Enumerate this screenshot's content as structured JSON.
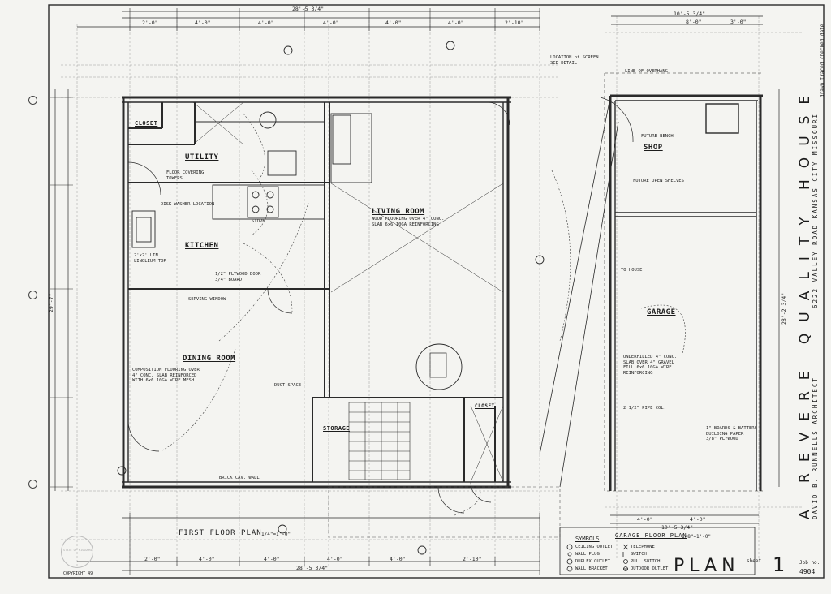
{
  "sheet": {
    "project": "A REVERE QUALITY HOUSE",
    "architect": "DAVID B. RUNNELLS ARCHITECT",
    "address": "6222 VALLEY ROAD KANSAS CITY MISSOURI",
    "drawn_checked": "drawn  traced  checked  date",
    "plan_word": "PLAN",
    "sheet_label": "sheet",
    "sheet_number": "1",
    "job_label": "Job no.",
    "job_number": "4904",
    "copyright": "COPYRIGHT 49"
  },
  "plans": {
    "first_floor": "FIRST FLOOR PLAN",
    "first_floor_scale": "1/4\"=1'-0\"",
    "garage_floor": "GARAGE FLOOR PLAN",
    "garage_floor_scale": "1/8\"=1'-0\""
  },
  "rooms": {
    "closet": "CLOSET",
    "utility": "UTILITY",
    "kitchen": "KITCHEN",
    "dining": "DINING ROOM",
    "living": "LIVING ROOM",
    "shop": "SHOP",
    "garage": "GARAGE",
    "storage": "STORAGE",
    "closet2": "CLOSET"
  },
  "dims": {
    "overall_top": "28'-5 3/4\"",
    "top1": "2'-0\"",
    "top2": "4'-0\"",
    "top3": "4'-0\"",
    "top4": "4'-0\"",
    "top5": "4'-0\"",
    "top6": "4'-0\"",
    "top7": "2'-10\"",
    "bot1": "2'-0\"",
    "bot2": "4'-0\"",
    "bot3": "4'-0\"",
    "bot4": "4'-0\"",
    "bot5": "4'-0\"",
    "bot6": "2'-10\"",
    "overall_bottom": "28'-5 3/4\"",
    "overall_left": "29'-7\"",
    "garage_top": "10'-5 3/4\"",
    "garage_top1": "8'-0\"",
    "garage_top2": "3'-0\"",
    "garage_side": "28'-2 3/4\"",
    "garage_bot1": "4'-0\"",
    "garage_bot2": "4'-0\"",
    "garage_bot_total": "10'-5 3/4\""
  },
  "notes": {
    "utility": "FLOOR COVERING\nTOWERS",
    "disk": "DISK WASHER LOCATION",
    "stove": "STOVE",
    "kitchen_top": "2'x2' LIN\nLINOLEUM TOP",
    "plywood": "1/2\" PLYWOOD DOOR\n3/4\" BOARD",
    "serving": "SERVING WINDOW",
    "dining_floor": "COMPOSITION FLOORING OVER\n4\" CONC. SLAB REINFORCED\nWITH 6x6 10GA WIRE MESH",
    "living_floor": "WOOD FLOORING OVER 4\" CONC.\nSLAB 6x6 10GA REINFORCING",
    "duct": "DUCT SPACE",
    "brick": "BRICK CAV. WALL",
    "garage_floor": "UNDERFILLED 4\" CONC.\nSLAB OVER 4\" GRAVEL\nFILL 6x6 10GA WIRE\nREINFORCING",
    "future_bench": "FUTURE BENCH",
    "future_shelves": "FUTURE OPEN SHELVES",
    "to_house": "TO HOUSE",
    "line_overhang": "LINE OF OVERHANG",
    "pipe_col": "2 1/2\" PIPE COL.",
    "boards": "1\" BOARDS & BATTERS\nBUILDING PAPER\n3/8\" PLYWOOD",
    "location": "LOCATION of SCREEN\nSEE DETAIL"
  },
  "symbols": {
    "title": "SYMBOLS",
    "s1": "CEILING OUTLET",
    "s2": "WALL PLUG",
    "s3": "DUPLEX OUTLET",
    "s4": "WALL BRACKET",
    "s5": "TELEPHONE",
    "s6": "SWITCH",
    "s7": "PULL SWITCH",
    "s8": "OUTDOOR OUTLET"
  },
  "stamp": "STATE OF MISSOURI"
}
